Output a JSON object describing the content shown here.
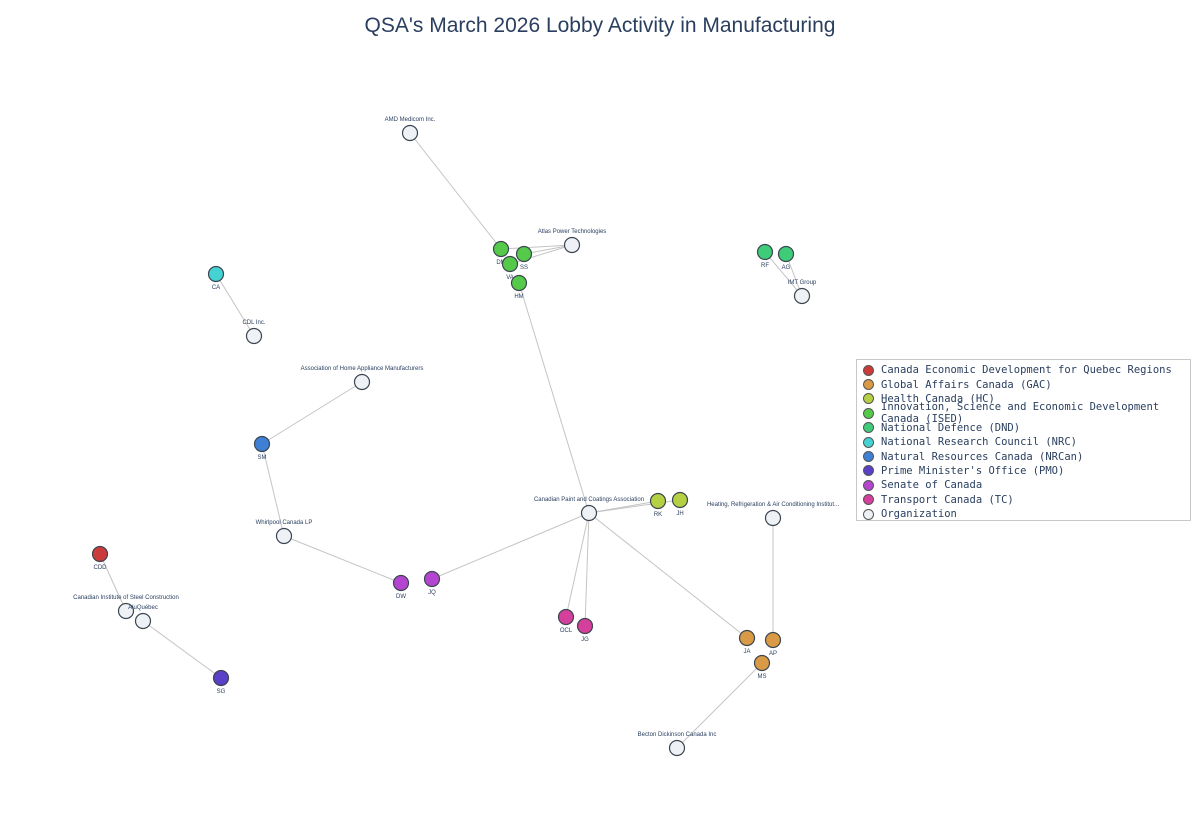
{
  "title": "QSA's March 2026 Lobby Activity in Manufacturing",
  "legend": [
    {
      "key": "cedq",
      "label": "Canada Economic Development for Quebec Regions",
      "color": "#cc3b3b"
    },
    {
      "key": "gac",
      "label": "Global Affairs Canada (GAC)",
      "color": "#d99a45"
    },
    {
      "key": "hc",
      "label": "Health Canada (HC)",
      "color": "#b5d043"
    },
    {
      "key": "ised",
      "label": "Innovation, Science and Economic Development Canada (ISED)",
      "color": "#54c94a"
    },
    {
      "key": "dnd",
      "label": "National Defence (DND)",
      "color": "#3fcc79"
    },
    {
      "key": "nrc",
      "label": "National Research Council (NRC)",
      "color": "#44d2d2"
    },
    {
      "key": "nrcan",
      "label": "Natural Resources Canada (NRCan)",
      "color": "#3f80d4"
    },
    {
      "key": "pmo",
      "label": "Prime Minister's Office (PMO)",
      "color": "#5a3fc8"
    },
    {
      "key": "senate",
      "label": "Senate of Canada",
      "color": "#b445d0"
    },
    {
      "key": "tc",
      "label": "Transport Canada (TC)",
      "color": "#d4409b"
    },
    {
      "key": "org",
      "label": "Organization",
      "color": "#eef2f6"
    }
  ],
  "nodes": [
    {
      "id": "amd",
      "label": "AMD Medicom Inc.",
      "group": "org",
      "labelPos": "above"
    },
    {
      "id": "atlas",
      "label": "Atlas Power Technologies",
      "group": "org",
      "labelPos": "above"
    },
    {
      "id": "dm",
      "label": "DM",
      "group": "ised",
      "labelPos": "below"
    },
    {
      "id": "va",
      "label": "VA",
      "group": "ised",
      "labelPos": "below"
    },
    {
      "id": "ss",
      "label": "SS",
      "group": "ised",
      "labelPos": "below"
    },
    {
      "id": "hm",
      "label": "HM",
      "group": "ised",
      "labelPos": "below"
    },
    {
      "id": "rf",
      "label": "RF",
      "group": "dnd",
      "labelPos": "below"
    },
    {
      "id": "ag",
      "label": "AG",
      "group": "dnd",
      "labelPos": "below"
    },
    {
      "id": "imt",
      "label": "IMT Group",
      "group": "org",
      "labelPos": "above"
    },
    {
      "id": "ca",
      "label": "CA",
      "group": "nrc",
      "labelPos": "below"
    },
    {
      "id": "cdl",
      "label": "CDL Inc.",
      "group": "org",
      "labelPos": "above"
    },
    {
      "id": "aham",
      "label": "Association of Home Appliance Manufacturers",
      "group": "org",
      "labelPos": "above"
    },
    {
      "id": "sm",
      "label": "SM",
      "group": "nrcan",
      "labelPos": "below"
    },
    {
      "id": "whirlpool",
      "label": "Whirlpool Canada LP",
      "group": "org",
      "labelPos": "above"
    },
    {
      "id": "cpca",
      "label": "Canadian Paint and Coatings Association",
      "group": "org",
      "labelPos": "above"
    },
    {
      "id": "rk",
      "label": "RK",
      "group": "hc",
      "labelPos": "below"
    },
    {
      "id": "jh",
      "label": "JH",
      "group": "hc",
      "labelPos": "below"
    },
    {
      "id": "hrai",
      "label": "Heating, Refrigeration & Air Conditioning Institut...",
      "group": "org",
      "labelPos": "above"
    },
    {
      "id": "cdd",
      "label": "CDD",
      "group": "cedq",
      "labelPos": "below"
    },
    {
      "id": "cisc",
      "label": "Canadian Institute of Steel Construction",
      "group": "org",
      "labelPos": "above"
    },
    {
      "id": "alq",
      "label": "AluQuébec",
      "group": "org",
      "labelPos": "above"
    },
    {
      "id": "sg",
      "label": "SG",
      "group": "pmo",
      "labelPos": "below"
    },
    {
      "id": "dw",
      "label": "DW",
      "group": "senate",
      "labelPos": "below"
    },
    {
      "id": "jq",
      "label": "JQ",
      "group": "senate",
      "labelPos": "below"
    },
    {
      "id": "ocl",
      "label": "OCL",
      "group": "tc",
      "labelPos": "below"
    },
    {
      "id": "jg",
      "label": "JG",
      "group": "tc",
      "labelPos": "below"
    },
    {
      "id": "ja",
      "label": "JA",
      "group": "gac",
      "labelPos": "below"
    },
    {
      "id": "ap",
      "label": "AP",
      "group": "gac",
      "labelPos": "below"
    },
    {
      "id": "ms",
      "label": "MS",
      "group": "gac",
      "labelPos": "below"
    },
    {
      "id": "bd",
      "label": "Becton Dickinson Canada Inc",
      "group": "org",
      "labelPos": "above"
    }
  ],
  "edges": [
    [
      "amd",
      "dm"
    ],
    [
      "atlas",
      "va"
    ],
    [
      "atlas",
      "ss"
    ],
    [
      "atlas",
      "dm"
    ],
    [
      "hm",
      "cpca"
    ],
    [
      "rf",
      "imt"
    ],
    [
      "ag",
      "imt"
    ],
    [
      "ca",
      "cdl"
    ],
    [
      "aham",
      "sm"
    ],
    [
      "sm",
      "whirlpool"
    ],
    [
      "whirlpool",
      "dw"
    ],
    [
      "cpca",
      "jq"
    ],
    [
      "cpca",
      "rk"
    ],
    [
      "cpca",
      "jh"
    ],
    [
      "cpca",
      "ocl"
    ],
    [
      "cpca",
      "jg"
    ],
    [
      "cpca",
      "ja"
    ],
    [
      "hrai",
      "ap"
    ],
    [
      "ms",
      "bd"
    ],
    [
      "cdd",
      "cisc"
    ],
    [
      "alq",
      "sg"
    ]
  ]
}
